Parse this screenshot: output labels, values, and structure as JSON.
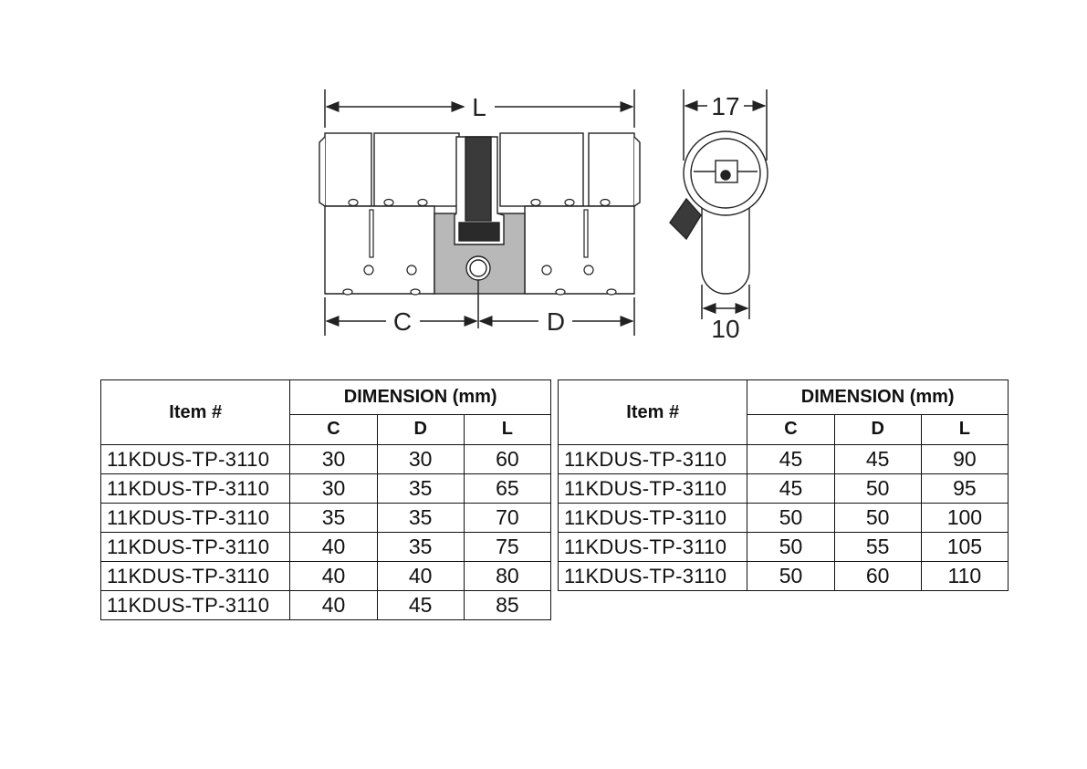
{
  "drawing": {
    "label_L": "L",
    "label_C": "C",
    "label_D": "D",
    "label_width": "17",
    "label_cam": "10"
  },
  "tables": [
    {
      "item_header": "Item #",
      "dimension_header": "DIMENSION (mm)",
      "columns": [
        "C",
        "D",
        "L"
      ],
      "rows": [
        {
          "item": "11KDUS-TP-3110",
          "c": "30",
          "d": "30",
          "l": "60"
        },
        {
          "item": "11KDUS-TP-3110",
          "c": "30",
          "d": "35",
          "l": "65"
        },
        {
          "item": "11KDUS-TP-3110",
          "c": "35",
          "d": "35",
          "l": "70"
        },
        {
          "item": "11KDUS-TP-3110",
          "c": "40",
          "d": "35",
          "l": "75"
        },
        {
          "item": "11KDUS-TP-3110",
          "c": "40",
          "d": "40",
          "l": "80"
        },
        {
          "item": "11KDUS-TP-3110",
          "c": "40",
          "d": "45",
          "l": "85"
        }
      ]
    },
    {
      "item_header": "Item #",
      "dimension_header": "DIMENSION (mm)",
      "columns": [
        "C",
        "D",
        "L"
      ],
      "rows": [
        {
          "item": "11KDUS-TP-3110",
          "c": "45",
          "d": "45",
          "l": "90"
        },
        {
          "item": "11KDUS-TP-3110",
          "c": "45",
          "d": "50",
          "l": "95"
        },
        {
          "item": "11KDUS-TP-3110",
          "c": "50",
          "d": "50",
          "l": "100"
        },
        {
          "item": "11KDUS-TP-3110",
          "c": "50",
          "d": "55",
          "l": "105"
        },
        {
          "item": "11KDUS-TP-3110",
          "c": "50",
          "d": "60",
          "l": "110"
        }
      ]
    }
  ]
}
